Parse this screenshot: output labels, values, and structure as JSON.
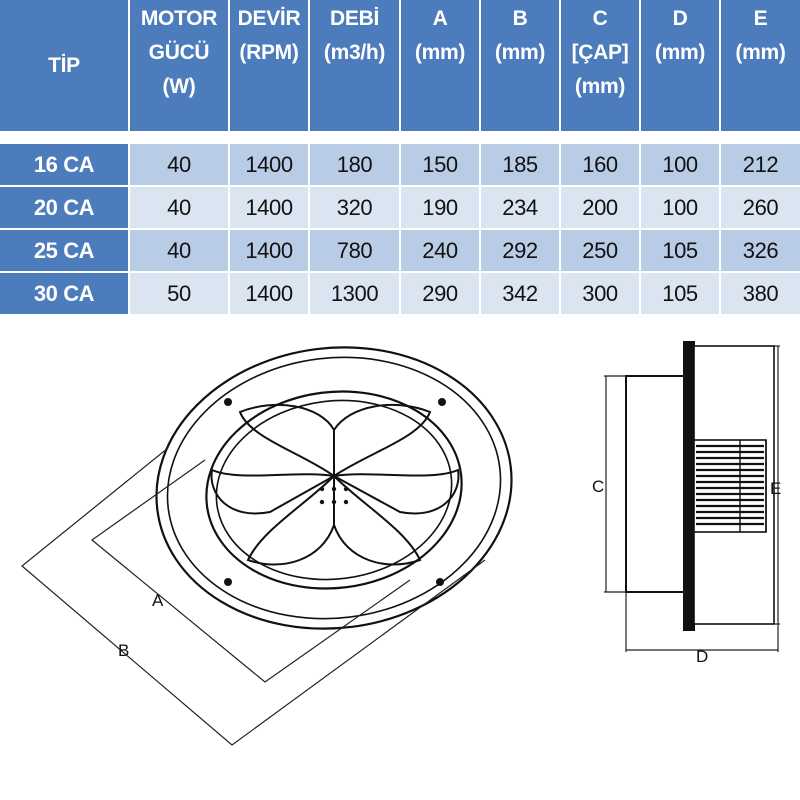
{
  "table": {
    "headers": [
      [
        "TİP"
      ],
      [
        "MOTOR",
        "GÜCÜ",
        "(W)"
      ],
      [
        "DEVİR",
        "(RPM)"
      ],
      [
        "DEBİ",
        "(m3/h)"
      ],
      [
        "A",
        "(mm)"
      ],
      [
        "B",
        "(mm)"
      ],
      [
        "C",
        "[ÇAP]",
        "(mm)"
      ],
      [
        "D",
        "(mm)"
      ],
      [
        "E",
        "(mm)"
      ]
    ],
    "rows": [
      [
        "16 CA",
        "40",
        "1400",
        "180",
        "150",
        "185",
        "160",
        "100",
        "212"
      ],
      [
        "20 CA",
        "40",
        "1400",
        "320",
        "190",
        "234",
        "200",
        "100",
        "260"
      ],
      [
        "25 CA",
        "40",
        "1400",
        "780",
        "240",
        "292",
        "250",
        "105",
        "326"
      ],
      [
        "30 CA",
        "50",
        "1400",
        "1300",
        "290",
        "342",
        "300",
        "105",
        "380"
      ]
    ]
  },
  "drawing": {
    "front_labels": {
      "a": "A",
      "b": "B"
    },
    "side_labels": {
      "c": "C",
      "d": "D",
      "e": "E"
    }
  },
  "colors": {
    "header_blue": "#4d7cbd",
    "row_dark": "#b9cce6",
    "row_light": "#dbe5f2"
  }
}
